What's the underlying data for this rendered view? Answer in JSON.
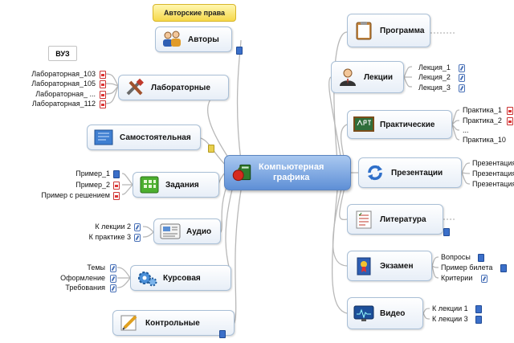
{
  "central": {
    "line1": "Компьютерная",
    "line2": "графика"
  },
  "tags": {
    "authors_rights": "Авторские права",
    "vuz": "ВУЗ"
  },
  "topics": {
    "authors": "Авторы",
    "labs": "Лабораторные",
    "self": "Самостоятельная",
    "tasks": "Задания",
    "audio": "Аудио",
    "course": "Курсовая",
    "tests": "Контрольные",
    "program": "Программа",
    "lectures": "Лекции",
    "practical": "Практические",
    "presentations": "Презентации",
    "literature": "Литература",
    "exam": "Экзамен",
    "video": "Видео"
  },
  "leaves": {
    "labs": [
      "Лабораторная_103",
      "Лабораторная_105",
      "Лабораторная_ ...",
      "Лабораторная_112"
    ],
    "tasks": [
      "Пример_1",
      "Пример_2",
      "Пример с решением"
    ],
    "audio": [
      "К лекции 2",
      "К практике 3"
    ],
    "course": [
      "Темы",
      "Оформление",
      "Требования"
    ],
    "lectures": [
      "Лекция_1",
      "Лекция_2",
      "Лекция_3"
    ],
    "practical": [
      "Практика_1",
      "Практика_2",
      "...",
      "Практика_10"
    ],
    "presentations": [
      "Презентация",
      "Презентация",
      "Презентация"
    ],
    "exam": [
      "Вопросы",
      "Пример билета",
      "Критерии"
    ],
    "video": [
      "К лекции 1",
      "К лекции 3"
    ]
  }
}
